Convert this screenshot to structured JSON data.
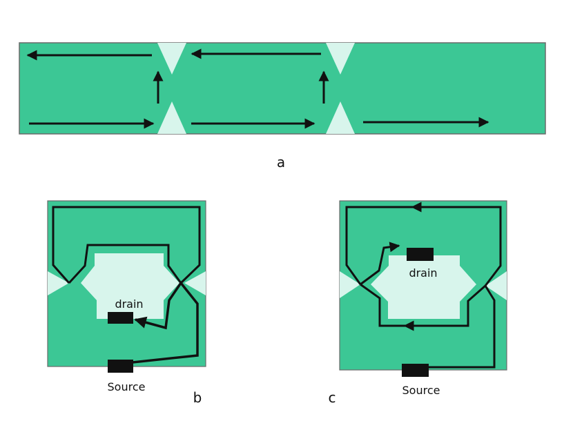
{
  "colors": {
    "device": "#3cc795",
    "gap": "#d8f5ec",
    "edge": "#111111",
    "background": "#ffffff"
  },
  "panels": {
    "a": {
      "label": "a"
    },
    "b": {
      "label": "b",
      "drain_label": "drain",
      "source_label": "Source"
    },
    "c": {
      "label": "c",
      "drain_label": "drain",
      "source_label": "Source"
    }
  }
}
